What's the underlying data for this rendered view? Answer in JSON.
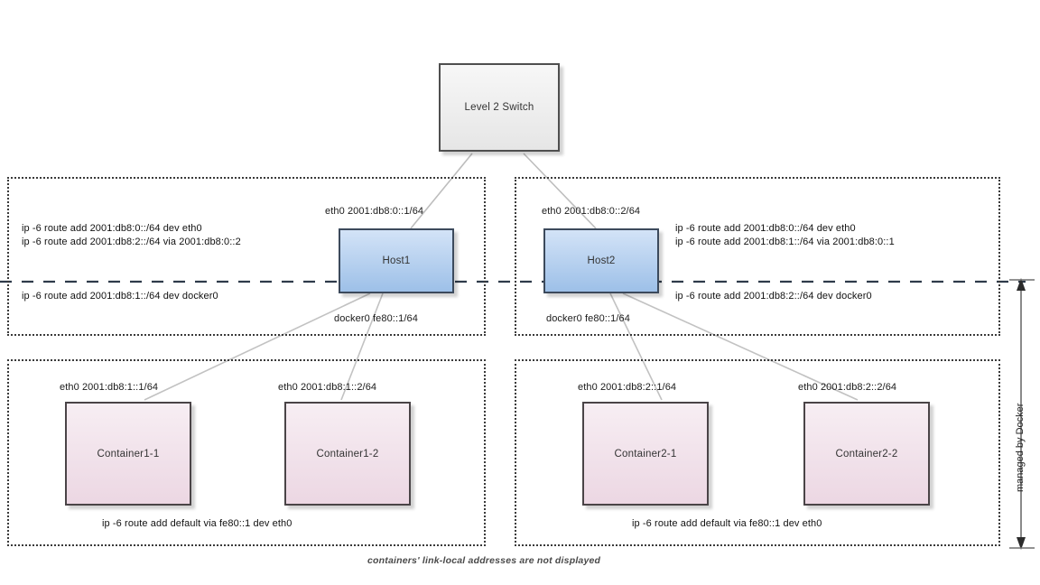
{
  "diagram": {
    "title_caption": "containers' link-local addresses are not displayed",
    "managed_label": "managed by Docker",
    "colors": {
      "switch_fill": "#eeeeee",
      "host_fill": "#b8d3ef",
      "container_fill": "#f0dde8",
      "border": "#4a4a4a",
      "link": "#b9b9b9"
    }
  },
  "switch": {
    "label": "Level 2 Switch"
  },
  "hosts": [
    {
      "name": "Host1",
      "eth0_label": "eth0 2001:db8:0::1/64",
      "docker0_label": "docker0 fe80::1/64",
      "routes_above": [
        "ip -6 route add 2001:db8:0::/64 dev eth0",
        "ip -6 route add 2001:db8:2::/64 via  2001:db8:0::2"
      ],
      "routes_below": [
        "ip -6 route add 2001:db8:1::/64 dev docker0"
      ]
    },
    {
      "name": "Host2",
      "eth0_label": "eth0 2001:db8:0::2/64",
      "docker0_label": "docker0 fe80::1/64",
      "routes_above": [
        "ip -6 route add 2001:db8:0::/64 dev eth0",
        "ip -6 route add 2001:db8:1::/64 via  2001:db8:0::1"
      ],
      "routes_below": [
        "ip -6 route add 2001:db8:2::/64 dev docker0"
      ]
    }
  ],
  "container_groups": [
    {
      "route_note": "ip -6 route add default via fe80::1 dev eth0",
      "containers": [
        {
          "name": "Container1-1",
          "eth0_label": "eth0 2001:db8:1::1/64"
        },
        {
          "name": "Container1-2",
          "eth0_label": "eth0 2001:db8:1::2/64"
        }
      ]
    },
    {
      "route_note": "ip -6 route add default via fe80::1 dev eth0",
      "containers": [
        {
          "name": "Container2-1",
          "eth0_label": "eth0 2001:db8:2::1/64"
        },
        {
          "name": "Container2-2",
          "eth0_label": "eth0 2001:db8:2::2/64"
        }
      ]
    }
  ]
}
